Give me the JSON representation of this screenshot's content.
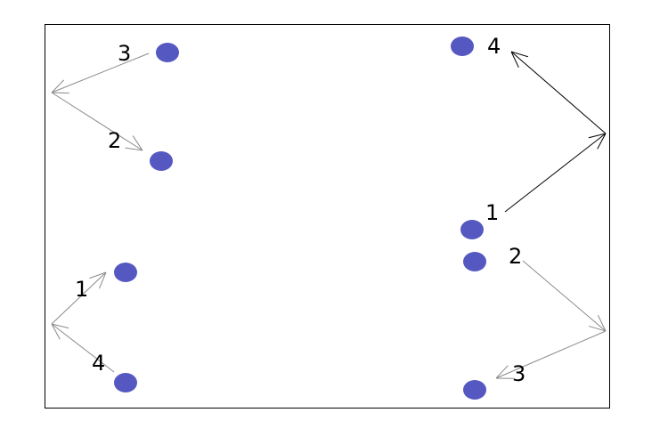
{
  "colors": {
    "dot": "#5558c0",
    "frame": "#000000",
    "arrow_gray": "#8a8a8a",
    "arrow_dark": "#000000"
  },
  "labels": {
    "top_left_3": "3",
    "top_left_2": "2",
    "bottom_left_1": "1",
    "bottom_left_4": "4",
    "top_right_4": "4",
    "top_right_1": "1",
    "bottom_right_2": "2",
    "bottom_right_3": "3"
  }
}
